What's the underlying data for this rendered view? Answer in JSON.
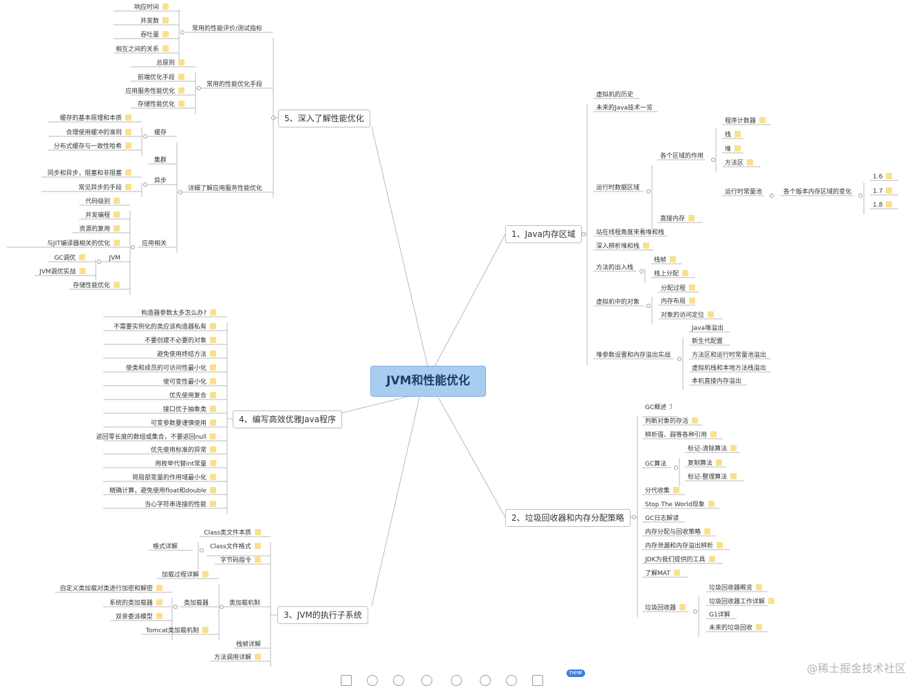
{
  "root": "JVM和性能优化",
  "branches": {
    "b1": "1、Java内存区域",
    "b2": "2、垃圾回收器和内存分配策略",
    "b3": "3、JVM的执行子系统",
    "b4": "4、编写高效优雅Java程序",
    "b5": "5、深入了解性能优化"
  },
  "b5": {
    "perf_metrics": "常用的性能评价/测试指标",
    "metrics": [
      "响应时间",
      "并发数",
      "吞吐量",
      "相互之间的关系"
    ],
    "perf_means": "常用的性能优化手段",
    "means": [
      "总原则",
      "前端优化手段",
      "应用服务性能优化",
      "存储性能优化"
    ],
    "app_detail": "详细了解应用服务性能优化",
    "cache": "缓存",
    "cache_items": [
      "缓存的基本原理和本质",
      "合理使用缓冲的准则",
      "分布式缓存与一致性哈希"
    ],
    "cluster": "集群",
    "async": "异步",
    "async_items": [
      "同步和异步，阻塞和非阻塞",
      "常见异步的手段"
    ],
    "app_related": "应用相关",
    "app_items": [
      "代码级别",
      "并发编程",
      "资源的复用",
      "与JIT编译器相关的优化"
    ],
    "jvm": "JVM",
    "jvm_items": [
      "GC调优",
      "JVM调优实战"
    ],
    "storage": "存储性能优化"
  },
  "b4": {
    "items": [
      "构造器参数太多怎么办?",
      "不需要实例化的类应该构造器私有",
      "不要创建不必要的对象",
      "避免使用终结方法",
      "使类和成员的可访问性最小化",
      "使可变性最小化",
      "优先使用复合",
      "接口优于抽象类",
      "可变参数要谨慎使用",
      "返回零长度的数组或集合，不要返回null",
      "优先使用标准的异常",
      "用枚举代替int常量",
      "将局部变量的作用域最小化",
      "精确计算，避免使用float和double",
      "当心字符串连接的性能"
    ]
  },
  "b3": {
    "format_detail": "格式详解",
    "class_items": [
      "Class类文件本质",
      "Class文件格式",
      "字节码指令"
    ],
    "loading": "类加载机制",
    "loading_detail": "加载过程详解",
    "classloader": "类加载器",
    "loader_items": [
      "自定义类加载对类进行加密和解密",
      "系统的类加载器",
      "双亲委派模型",
      "Tomcat类加载机制"
    ],
    "stack_frame": "栈帧详解",
    "method_call": "方法调用详解"
  },
  "b1": {
    "items_top": [
      "虚拟机的历史",
      "未来的Java技术一览"
    ],
    "runtime": "运行时数据区域",
    "area_role": "各个区域的作用",
    "areas": [
      "程序计数器",
      "栈",
      "堆",
      "方法区"
    ],
    "const_pool": "运行时常量池",
    "versions_change": "各个版本内存区域的变化",
    "versions": [
      "1.6",
      "1.7",
      "1.8"
    ],
    "direct_mem": "直接内存",
    "thread_view": "站在线程角度来看堆和栈",
    "heap_stack": "深入辨析堆和栈",
    "method_stack": "方法的出入栈",
    "method_stack_items": [
      "栈帧",
      "栈上分配"
    ],
    "objects": "虚拟机中的对象",
    "object_items": [
      "分配过程",
      "内存布局",
      "对象的访问定位"
    ],
    "heap_params": "堆参数设置和内存溢出实战",
    "oom_items": [
      "Java堆溢出",
      "新生代配置",
      "方法区和运行时常量池溢出",
      "虚拟机栈和本地方法栈溢出",
      "本机直接内存溢出"
    ]
  },
  "b2": {
    "gc_overview": "GC概述",
    "items_a": [
      "判断对象的存活",
      "辨析强、弱等各种引用"
    ],
    "gc_algo": "GC算法",
    "algos": [
      "标记-清除算法",
      "复制算法",
      "标记-整理算法"
    ],
    "items_b": [
      "分代收集",
      "Stop The World现象",
      "GC日志解读",
      "内存分配与回收策略",
      "内存泄漏和内存溢出辨析",
      "JDK为我们提供的工具",
      "了解MAT"
    ],
    "collectors": "垃圾回收器",
    "collector_items": [
      "垃圾回收器概览",
      "垃圾回收器工作详解",
      "G1详解",
      "未来的垃圾回收"
    ]
  },
  "watermark": "@稀土掘金技术社区",
  "toolbar": {
    "badge": "new"
  },
  "colors": {
    "root_fill": "#a7cdf1",
    "line": "#b8b8b8",
    "note": "#fbe08a"
  }
}
